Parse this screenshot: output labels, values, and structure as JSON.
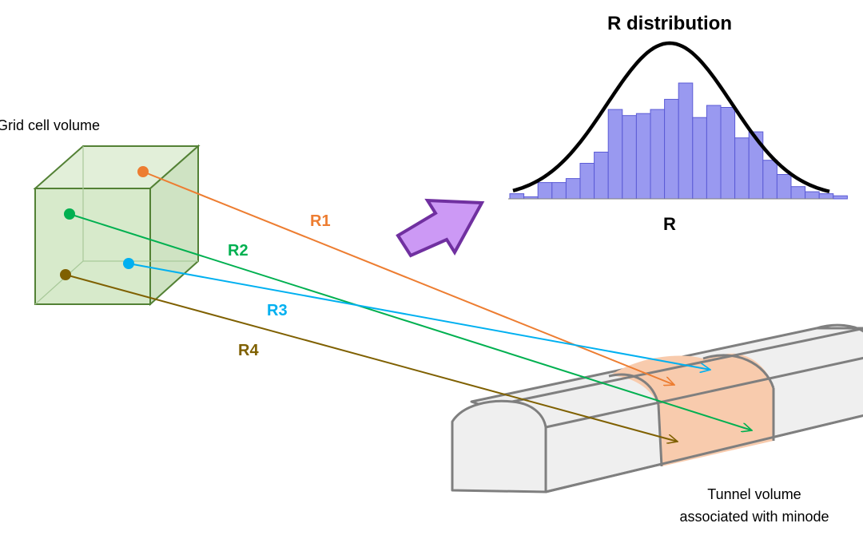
{
  "grid_cell": {
    "label": "Grid cell volume"
  },
  "tunnel": {
    "label_line1": "Tunnel volume",
    "label_line2": "associated with minode"
  },
  "rays": [
    {
      "id": "R1",
      "label": "R1",
      "color": "#ED7D31"
    },
    {
      "id": "R2",
      "label": "R2",
      "color": "#00B050"
    },
    {
      "id": "R3",
      "label": "R3",
      "color": "#00B0F0"
    },
    {
      "id": "R4",
      "label": "R4",
      "color": "#7F6000"
    }
  ],
  "histogram": {
    "title": "R distribution",
    "xlabel": "R",
    "bar_color": "#9999F0",
    "curve_color": "#000000",
    "relative_heights": [
      0.05,
      0.02,
      0.16,
      0.16,
      0.2,
      0.35,
      0.46,
      0.88,
      0.82,
      0.84,
      0.88,
      0.98,
      1.14,
      0.8,
      0.92,
      0.9,
      0.6,
      0.66,
      0.38,
      0.24,
      0.12,
      0.07,
      0.05,
      0.03
    ]
  },
  "arrow": {
    "color": "#CC99F5",
    "outline": "#7030A0"
  }
}
